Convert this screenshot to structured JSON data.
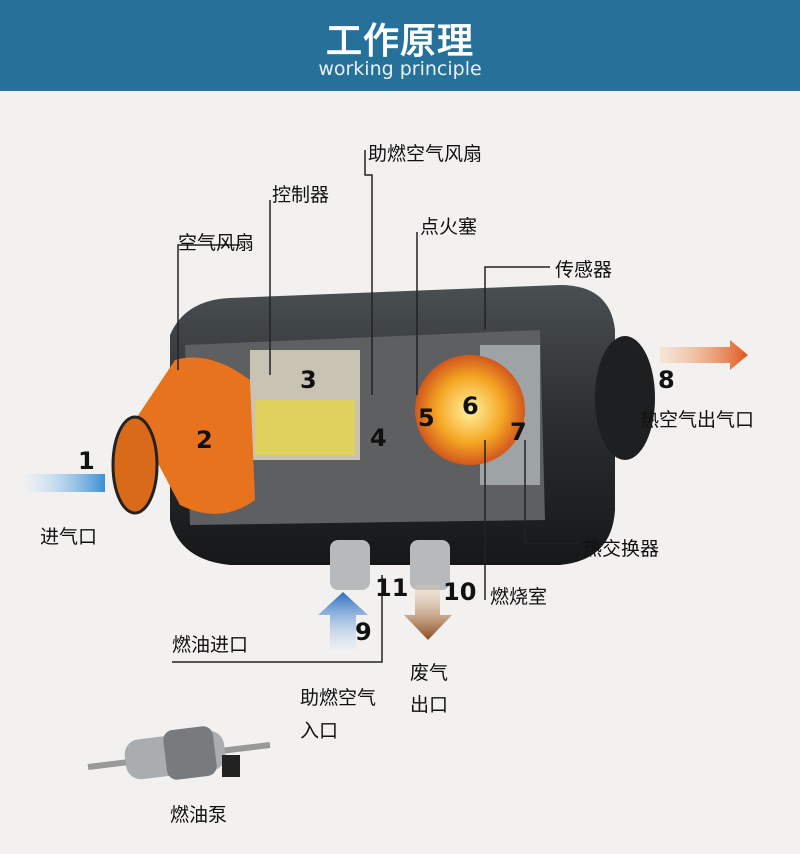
{
  "header": {
    "title": "工作原理",
    "subtitle": "working principle"
  },
  "labels": {
    "combustion_air_fan": "助燃空气风扇",
    "controller": "控制器",
    "glow_plug": "点火塞",
    "air_fan": "空气风扇",
    "sensor": "传感器",
    "hot_air_outlet": "热空气出气口",
    "air_inlet": "进气口",
    "heat_exchanger": "热交换器",
    "combustion_chamber": "燃烧室",
    "fuel_inlet": "燃油进口",
    "exhaust_line1": "废气",
    "exhaust_line2": "出口",
    "combustion_air_inlet_line1": "助燃空气",
    "combustion_air_inlet_line2": "入口",
    "fuel_pump": "燃油泵"
  },
  "numbers": {
    "n1": "1",
    "n2": "2",
    "n3": "3",
    "n4": "4",
    "n5": "5",
    "n6": "6",
    "n7": "7",
    "n8": "8",
    "n9": "9",
    "n10": "10",
    "n11": "11"
  },
  "colors": {
    "header": "#26719a",
    "fan": "#e8731f",
    "flame": "#f5a623"
  }
}
